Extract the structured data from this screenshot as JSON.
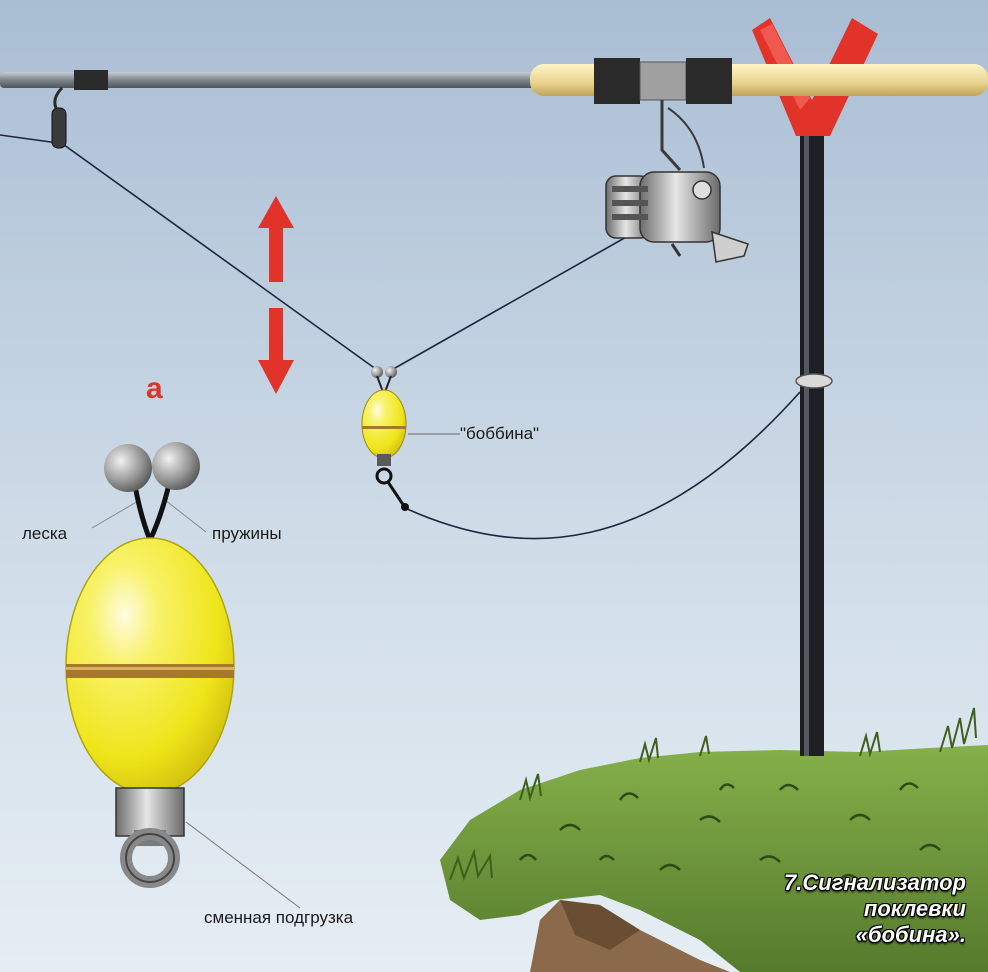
{
  "labels": {
    "a": "а",
    "line": "леска",
    "springs": "пружины",
    "bobbin": "\"боббина\"",
    "weight": "сменная подгрузка"
  },
  "caption": {
    "line1": "7.Сигнализатор",
    "line2": "поклевки",
    "line3": "«бобина»."
  },
  "colors": {
    "sky_top": "#a9bdd3",
    "sky_bottom": "#e6eef4",
    "bobbin_yellow": "#f2ea1e",
    "arrow_red": "#e2332a",
    "grass": "#6f9a3c",
    "rod": "#8a8f96",
    "handle": "#eedc9e"
  },
  "icons": [
    "up-arrow-icon",
    "down-arrow-icon",
    "reel-icon",
    "rod-stand-icon"
  ]
}
